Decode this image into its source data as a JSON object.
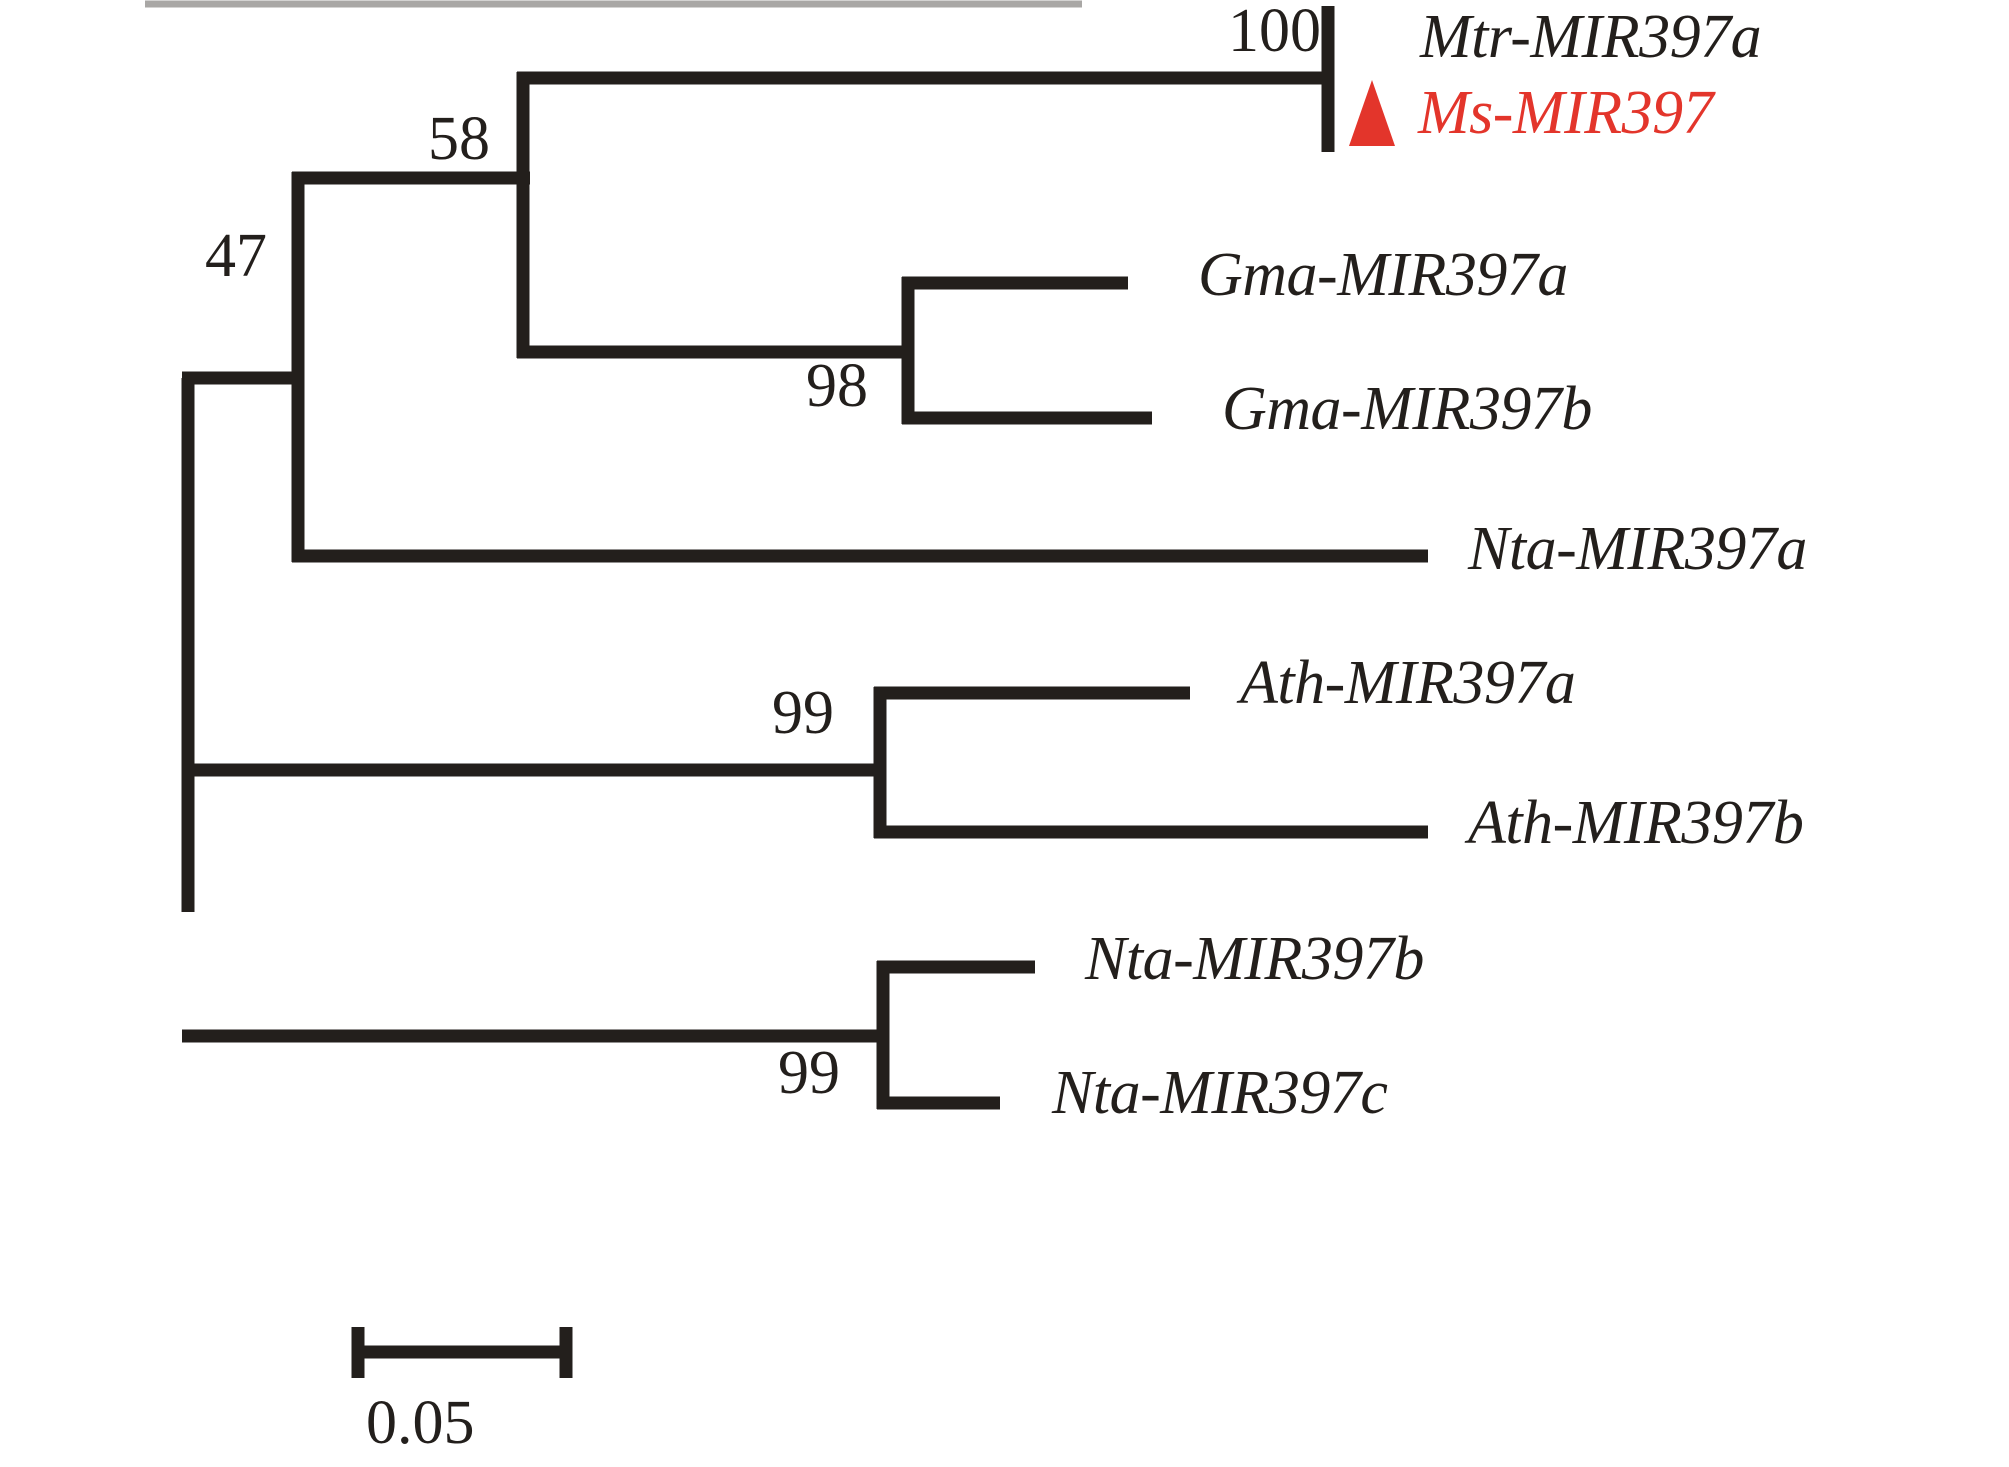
{
  "figure": {
    "type": "phylogenetic-tree",
    "background_color": "#ffffff",
    "line_color": "#231f1c",
    "highlight_color": "#e3352b",
    "top_rule_color": "#a9a7a5"
  },
  "chart_data": {
    "type": "tree",
    "title": "",
    "xlabel": "",
    "ylabel": "",
    "scale_bar": {
      "label": "0.05",
      "value": 0.05
    },
    "node_support_label": "bootstrap",
    "tips": [
      {
        "id": "mtr-mir397a",
        "label": "Mtr-MIR397a",
        "color": "#231f1c",
        "marker": "none"
      },
      {
        "id": "ms-mir397",
        "label": "Ms-MIR397",
        "color": "#e3352b",
        "marker": "red-triangle"
      },
      {
        "id": "gma-mir397a",
        "label": "Gma-MIR397a",
        "color": "#231f1c",
        "marker": "none"
      },
      {
        "id": "gma-mir397b",
        "label": "Gma-MIR397b",
        "color": "#231f1c",
        "marker": "none"
      },
      {
        "id": "nta-mir397a",
        "label": "Nta-MIR397a",
        "color": "#231f1c",
        "marker": "none"
      },
      {
        "id": "ath-mir397a",
        "label": "Ath-MIR397a",
        "color": "#231f1c",
        "marker": "none"
      },
      {
        "id": "ath-mir397b",
        "label": "Ath-MIR397b",
        "color": "#231f1c",
        "marker": "none"
      },
      {
        "id": "nta-mir397b",
        "label": "Nta-MIR397b",
        "color": "#231f1c",
        "marker": "none"
      },
      {
        "id": "nta-mir397c",
        "label": "Nta-MIR397c",
        "color": "#231f1c",
        "marker": "none"
      }
    ],
    "bootstrap_values": [
      {
        "id": "node-mtr-ms",
        "value": "100",
        "clade": [
          "Mtr-MIR397a",
          "Ms-MIR397"
        ]
      },
      {
        "id": "node-58",
        "value": "58",
        "clade": [
          "Mtr-MIR397a",
          "Ms-MIR397",
          "Gma-MIR397a",
          "Gma-MIR397b"
        ]
      },
      {
        "id": "node-gma",
        "value": "98",
        "clade": [
          "Gma-MIR397a",
          "Gma-MIR397b"
        ]
      },
      {
        "id": "node-47",
        "value": "47",
        "clade": [
          "Mtr-MIR397a",
          "Ms-MIR397",
          "Gma-MIR397a",
          "Gma-MIR397b",
          "Nta-MIR397a"
        ]
      },
      {
        "id": "node-ath",
        "value": "99",
        "clade": [
          "Ath-MIR397a",
          "Ath-MIR397b"
        ]
      },
      {
        "id": "node-nta-bc",
        "value": "99",
        "clade": [
          "Nta-MIR397b",
          "Nta-MIR397c"
        ]
      }
    ]
  },
  "labels": {
    "mtr_mir397a": "Mtr-MIR397a",
    "ms_mir397": "Ms-MIR397",
    "gma_mir397a": "Gma-MIR397a",
    "gma_mir397b": "Gma-MIR397b",
    "nta_mir397a": "Nta-MIR397a",
    "ath_mir397a": "Ath-MIR397a",
    "ath_mir397b": "Ath-MIR397b",
    "nta_mir397b": "Nta-MIR397b",
    "nta_mir397c": "Nta-MIR397c"
  },
  "bootstrap": {
    "b100": "100",
    "b58": "58",
    "b98": "98",
    "b47": "47",
    "b99_ath": "99",
    "b99_nta": "99"
  },
  "scale": {
    "label": "0.05"
  }
}
